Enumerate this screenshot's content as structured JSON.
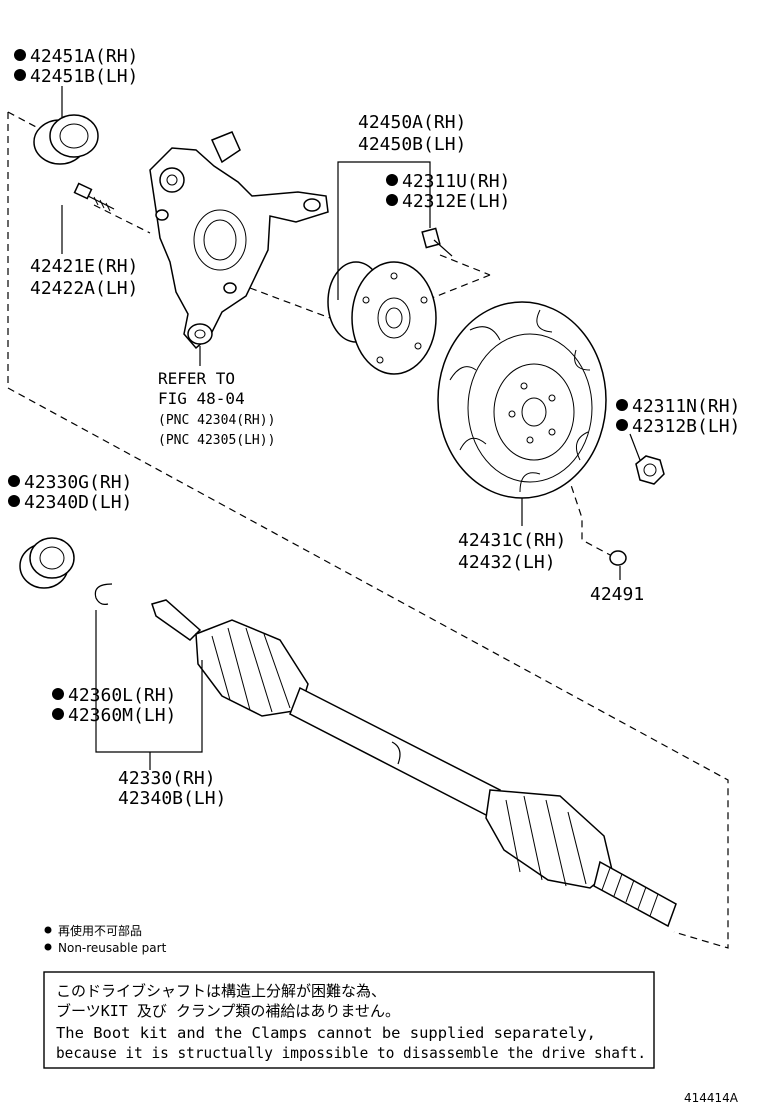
{
  "labels": {
    "seal_upper_rh": "42451A(RH)",
    "seal_upper_lh": "42451B(LH)",
    "bolt_rh": "42421E(RH)",
    "bolt_lh": "42422A(LH)",
    "refer_1": "REFER TO",
    "refer_2": "FIG 48-04",
    "refer_3": "(PNC 42304(RH))",
    "refer_4": "(PNC 42305(LH))",
    "hub_rh": "42450A(RH)",
    "hub_lh": "42450B(LH)",
    "hubbolt_rh": "42311U(RH)",
    "hubbolt_lh": "42312E(LH)",
    "nut_rh": "42311N(RH)",
    "nut_lh": "42312B(LH)",
    "disc_rh": "42431C(RH)",
    "disc_lh": "42432(LH)",
    "plug": "42491",
    "seal_lower_rh": "42330G(RH)",
    "seal_lower_lh": "42340D(LH)",
    "snap_rh": "42360L(RH)",
    "snap_lh": "42360M(LH)",
    "shaft_rh": "42330(RH)",
    "shaft_lh": "42340B(LH)"
  },
  "legend": {
    "line_1": "再使用不可部品",
    "line_2": "Non-reusable part"
  },
  "note": {
    "line_1": "このドライブシャフトは構造上分解が困難な為、",
    "line_2": "ブーツKIT 及び クランプ類の補給はありません。",
    "line_3": "The Boot kit and the Clamps cannot be supplied separately,",
    "line_4": "because it is structually impossible to disassemble the drive shaft."
  },
  "figure_id": "414414A"
}
